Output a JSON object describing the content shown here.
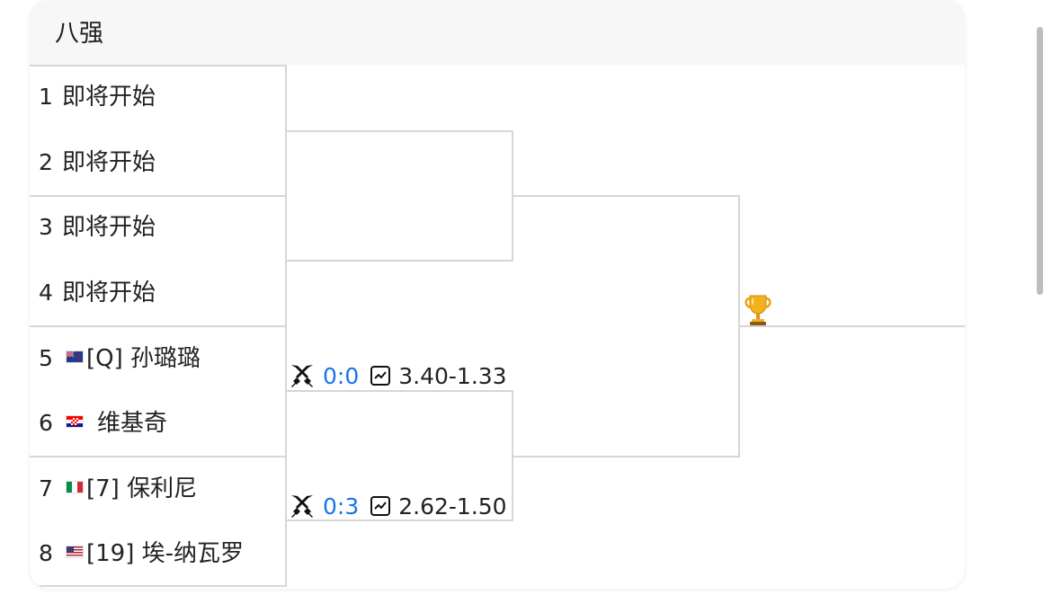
{
  "round_title": "八强",
  "players": [
    {
      "seed": "1",
      "name": "即将开始"
    },
    {
      "seed": "2",
      "name": "即将开始"
    },
    {
      "seed": "3",
      "name": "即将开始"
    },
    {
      "seed": "4",
      "name": "即将开始"
    },
    {
      "seed": "5",
      "name": "[Q] 孙璐璐",
      "flag": "new-zealand-flag"
    },
    {
      "seed": "6",
      "name": "维基奇",
      "flag": "croatia-flag"
    },
    {
      "seed": "7",
      "name": "[7] 保利尼",
      "flag": "italy-flag"
    },
    {
      "seed": "8",
      "name": "[19] 埃-纳瓦罗",
      "flag": "usa-flag"
    }
  ],
  "matches": [
    {
      "score": "0:0",
      "odds": "3.40-1.33",
      "icons": [
        "crossed-swords-icon",
        "trend-chart-icon"
      ]
    },
    {
      "score": "0:3",
      "odds": "2.62-1.50",
      "icons": [
        "crossed-swords-icon",
        "trend-chart-icon"
      ]
    }
  ],
  "trophy_icon": "trophy-icon",
  "colors": {
    "score": "#1a73e8",
    "bracket_line": "#d6d6d6",
    "header_bg": "#f7f7f7"
  }
}
